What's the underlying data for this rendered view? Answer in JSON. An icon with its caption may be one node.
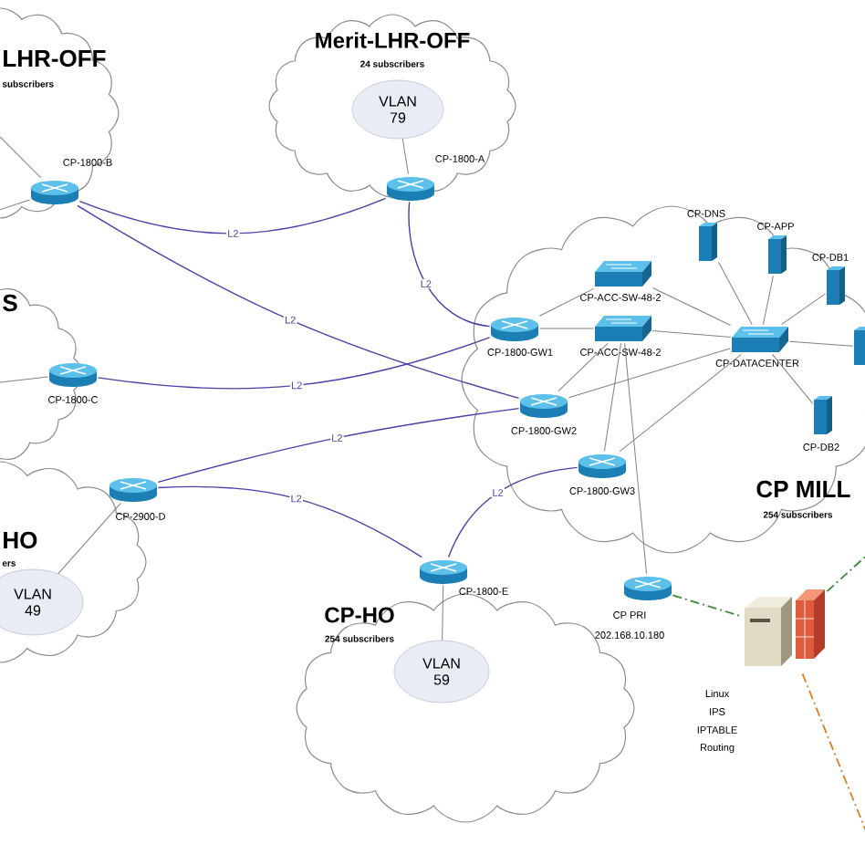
{
  "diagram": {
    "nodes": [
      {
        "text": [
          "LHR-OFF",
          "subscribers"
        ]
      },
      {
        "text": [
          "Merit-LHR-OFF",
          "24 subscribers"
        ]
      },
      {
        "text": [
          "VLAN 79"
        ],
        "in": 1
      },
      {
        "text": [],
        "shape": "router",
        "beside": [
          "CP-1800-B"
        ],
        "in": 0
      },
      {
        "text": [],
        "shape": "router",
        "beside": [
          "CP-1800-A"
        ],
        "in": 1
      },
      {
        "text": [
          "S"
        ]
      },
      {
        "text": [],
        "shape": "router",
        "beside": [
          "CP-1800-C"
        ],
        "in": 5
      },
      {
        "text": [
          "CP MILL",
          "254 subscribers"
        ]
      },
      {
        "text": [],
        "shape": "switch",
        "beside": [
          "CP-ACC-SW-48-2"
        ],
        "in": 7
      },
      {
        "text": [],
        "shape": "switch",
        "beside": [
          "CP-ACC-SW-48-2"
        ],
        "in": 7
      },
      {
        "text": [],
        "shape": "router",
        "beside": [
          "CP-1800-GW1"
        ],
        "in": 7
      },
      {
        "text": [],
        "shape": "switch",
        "beside": [
          "CP-DATACENTER"
        ],
        "in": 7
      },
      {
        "text": [],
        "shape": "server",
        "beside": [
          "CP-DNS"
        ],
        "in": 7
      },
      {
        "text": [],
        "shape": "server",
        "beside": [
          "CP-APP"
        ],
        "in": 7
      },
      {
        "text": [],
        "shape": "server",
        "beside": [
          "CP-DB1"
        ],
        "in": 7
      },
      {
        "text": [],
        "shape": "server",
        "in": 7
      },
      {
        "text": [],
        "shape": "server",
        "beside": [
          "CP-DB2"
        ],
        "in": 7
      },
      {
        "text": [],
        "shape": "router",
        "beside": [
          "CP-1800-GW2"
        ],
        "in": 7
      },
      {
        "text": [],
        "shape": "router",
        "beside": [
          "CP-1800-GW3"
        ],
        "in": 7
      },
      {
        "text": [
          "HO",
          "ers"
        ]
      },
      {
        "text": [
          "VLAN 49"
        ],
        "in": 19
      },
      {
        "text": [],
        "shape": "router",
        "beside": [
          "CP-2900-D"
        ]
      },
      {
        "text": [
          "CP-HO",
          "254 subscribers"
        ]
      },
      {
        "text": [],
        "shape": "router",
        "beside": [
          "CP-1800-E"
        ]
      },
      {
        "text": [
          "VLAN 59"
        ],
        "in": 22
      },
      {
        "text": [],
        "shape": "router",
        "beside": [
          "CP PRI",
          "202.168.10.180"
        ]
      },
      {
        "text": [],
        "shape": "picture",
        "beside": [
          "Linux",
          "IPS",
          "IPTABLE",
          "Routing"
        ]
      }
    ],
    "edges": [
      {
        "from": 3,
        "to": 4,
        "arrow": "none",
        "label": "L2",
        "color": "#4b3fa8"
      },
      {
        "from": 4,
        "to": 10,
        "arrow": "none",
        "label": "L2",
        "color": "#4b3fa8"
      },
      {
        "from": 3,
        "to": 17,
        "arrow": "none",
        "label": "L2",
        "color": "#4b3fa8"
      },
      {
        "from": 6,
        "to": 10,
        "arrow": "none",
        "label": "L2",
        "color": "#4b3fa8"
      },
      {
        "from": 21,
        "to": 17,
        "arrow": "none",
        "label": "L2",
        "color": "#4b3fa8"
      },
      {
        "from": 21,
        "to": 23,
        "arrow": "none",
        "label": "L2",
        "color": "#4b3fa8"
      },
      {
        "from": 23,
        "to": 18,
        "arrow": "none",
        "label": "L2",
        "color": "#4b3fa8"
      },
      {
        "from": 4,
        "to": 2,
        "arrow": "none"
      },
      {
        "from": 10,
        "to": 8,
        "arrow": "none"
      },
      {
        "from": 10,
        "to": 9,
        "arrow": "none"
      },
      {
        "from": 8,
        "to": 11,
        "arrow": "none"
      },
      {
        "from": 9,
        "to": 11,
        "arrow": "none"
      },
      {
        "from": 17,
        "to": 9,
        "arrow": "none"
      },
      {
        "from": 17,
        "to": 11,
        "arrow": "none"
      },
      {
        "from": 18,
        "to": 9,
        "arrow": "none"
      },
      {
        "from": 18,
        "to": 11,
        "arrow": "none"
      },
      {
        "from": 9,
        "to": 25,
        "arrow": "none"
      },
      {
        "from": 12,
        "to": 11,
        "arrow": "none"
      },
      {
        "from": 13,
        "to": 11,
        "arrow": "none"
      },
      {
        "from": 14,
        "to": 11,
        "arrow": "none"
      },
      {
        "from": 15,
        "to": 11,
        "arrow": "none"
      },
      {
        "from": 16,
        "to": 11,
        "arrow": "none"
      },
      {
        "from": 21,
        "to": 20,
        "arrow": "none"
      },
      {
        "from": 23,
        "to": 24,
        "arrow": "none"
      },
      {
        "from": null,
        "to": 3,
        "arrow": "none"
      },
      {
        "from": null,
        "to": 6,
        "arrow": "none"
      },
      {
        "from": null,
        "to": 3,
        "arrow": "none"
      },
      {
        "from": 25,
        "to": 26,
        "arrow": "none",
        "style": "dashed",
        "color": "#3a8a3a"
      },
      {
        "from": 26,
        "to": null,
        "arrow": "none",
        "style": "dashed",
        "color": "#3a8a3a"
      },
      {
        "from": 26,
        "to": null,
        "arrow": "none",
        "style": "dashed",
        "color": "#e07b20"
      }
    ]
  }
}
